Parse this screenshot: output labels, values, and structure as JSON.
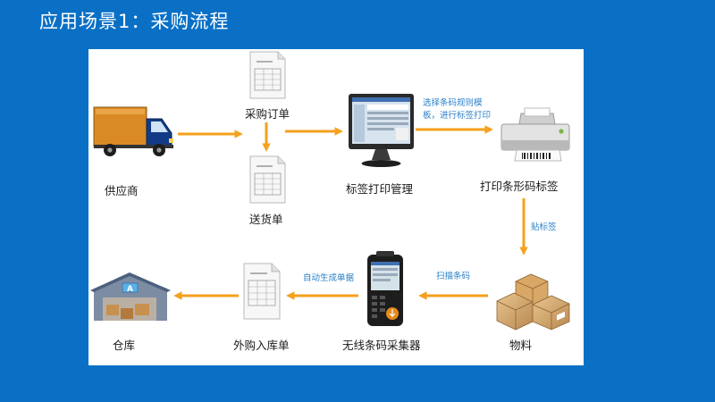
{
  "title": "应用场景1：采购流程",
  "nodes": {
    "supplier": "供应商",
    "purchase_order": "采购订单",
    "delivery_note": "送货单",
    "label_management": "标签打印管理",
    "print_barcode_label": "打印条形码标签",
    "materials": "物料",
    "wireless_collector": "无线条码采集器",
    "inbound_receipt": "外购入库单",
    "warehouse": "仓库"
  },
  "edge_labels": {
    "select_template_line1": "选择条码规则模",
    "select_template_line2": "板，进行标签打印",
    "stick_label": "贴标签",
    "scan_barcode": "扫描条码",
    "auto_generate": "自动生成单据"
  },
  "warehouse_sign": "A",
  "colors": {
    "background": "#0a70c6",
    "arrow": "#f5a11c",
    "note_text": "#2a7fc9"
  }
}
